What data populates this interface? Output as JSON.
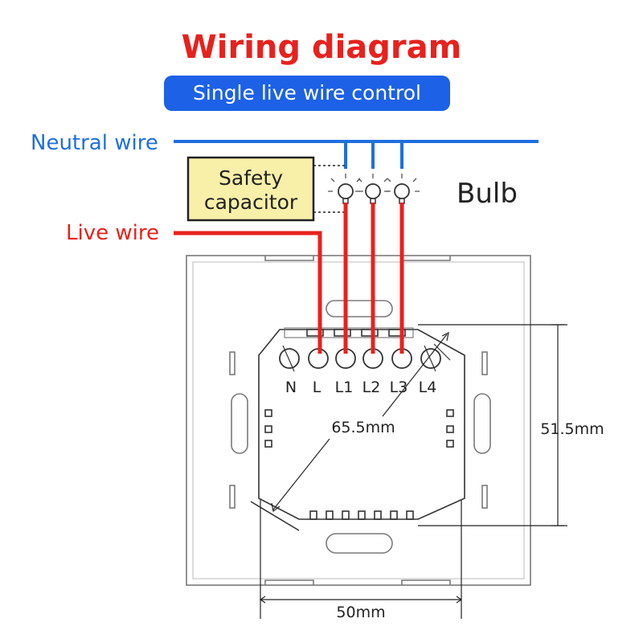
{
  "header": {
    "title": "Wiring diagram",
    "subtitle": "Single live wire control"
  },
  "labels": {
    "neutral_wire": "Neutral wire",
    "live_wire": "Live wire",
    "bulb": "Bulb",
    "safety_capacitor_line1": "Safety",
    "safety_capacitor_line2": "capacitor"
  },
  "terminals": [
    "N",
    "L",
    "L1",
    "L2",
    "L3",
    "L4"
  ],
  "dimensions": {
    "diagonal": "65.5mm",
    "height": "51.5mm",
    "width": "50mm"
  },
  "colors": {
    "title": "#e8211d",
    "pill": "#1c61e6",
    "neutral": "#1f6fe0",
    "live": "#e8211d",
    "capacitor_fill": "#f8f0a9"
  }
}
